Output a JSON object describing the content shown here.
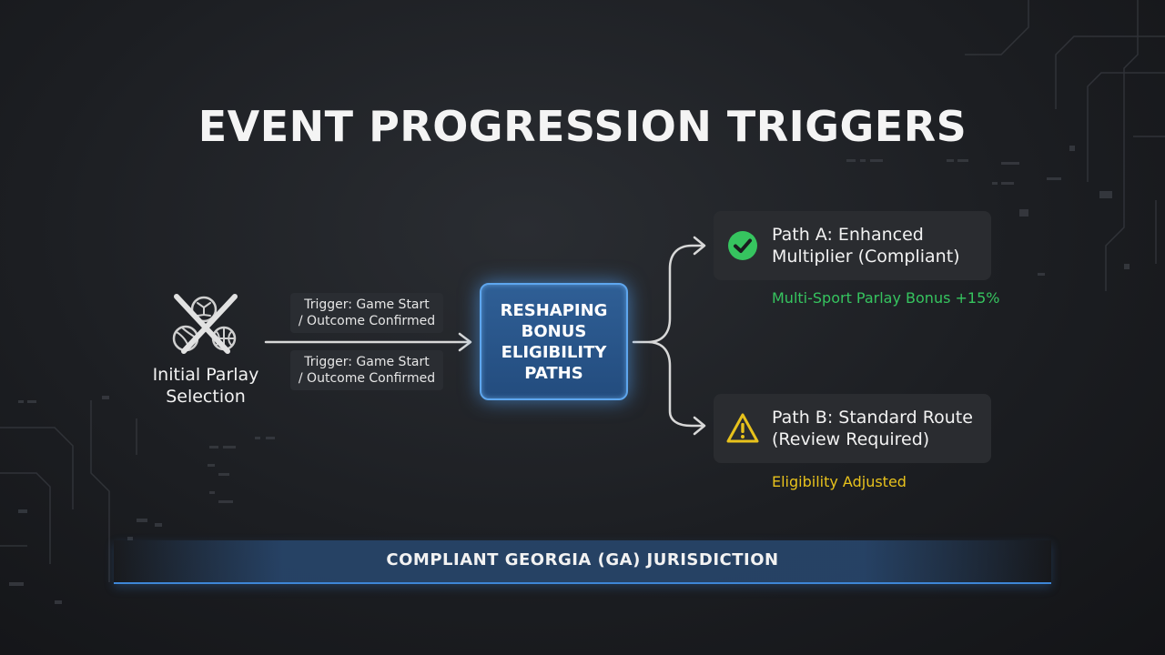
{
  "title": "EVENT PROGRESSION TRIGGERS",
  "origin": {
    "label_line1": "Initial Parlay",
    "label_line2": "Selection",
    "icon": "sports-balls-crossed-bats-icon"
  },
  "triggers": [
    {
      "line1": "Trigger: Game Start",
      "line2": "/ Outcome Confirmed"
    },
    {
      "line1": "Trigger: Game Start",
      "line2": "/ Outcome Confirmed"
    }
  ],
  "hub": {
    "line1": "RESHAPING",
    "line2": "BONUS",
    "line3": "ELIGIBILITY",
    "line4": "PATHS"
  },
  "paths": [
    {
      "line1": "Path A: Enhanced",
      "line2": "Multiplier (Compliant)",
      "note": "Multi-Sport Parlay Bonus +15%",
      "icon": "check-circle-icon",
      "color": "#36c45f"
    },
    {
      "line1": "Path B: Standard Route",
      "line2": "(Review Required)",
      "note": "Eligibility Adjusted",
      "icon": "warning-triangle-icon",
      "color": "#e8c21c"
    }
  ],
  "banner": {
    "text": "COMPLIANT GEORGIA (GA) JURISDICTION"
  },
  "colors": {
    "hub_fill": "#2a5688",
    "hub_border": "#5ea6ee",
    "success": "#36c45f",
    "warning": "#e8c21c",
    "banner_accent": "#3e86d6"
  }
}
